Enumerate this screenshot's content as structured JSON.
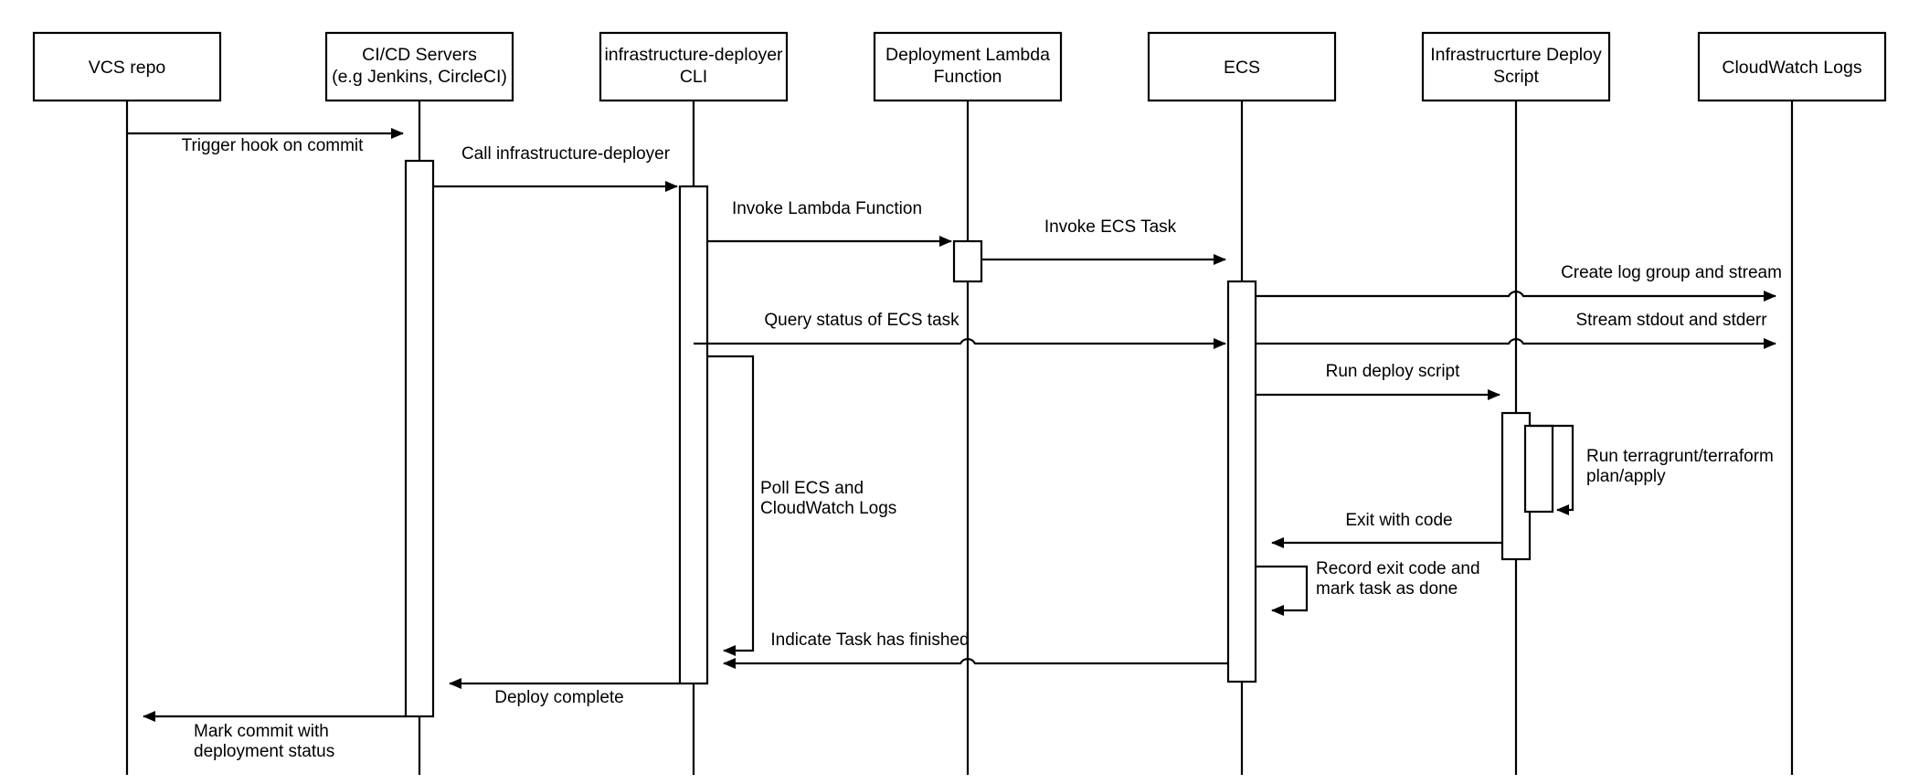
{
  "diagram": {
    "title": "Infrastructure deployment sequence diagram",
    "type": "sequence-diagram",
    "background_color": "#ffffff",
    "line_color": "#000000",
    "participants": [
      {
        "id": "vcs",
        "label_line1": "VCS repo",
        "label_line2": ""
      },
      {
        "id": "cicd",
        "label_line1": "CI/CD Servers",
        "label_line2": "(e.g Jenkins, CircleCI)"
      },
      {
        "id": "cli",
        "label_line1": "infrastructure-deployer",
        "label_line2": "CLI"
      },
      {
        "id": "lambda",
        "label_line1": "Deployment Lambda",
        "label_line2": "Function"
      },
      {
        "id": "ecs",
        "label_line1": "ECS",
        "label_line2": ""
      },
      {
        "id": "script",
        "label_line1": "Infrastrucrture Deploy",
        "label_line2": "Script"
      },
      {
        "id": "logs",
        "label_line1": "CloudWatch Logs",
        "label_line2": ""
      }
    ],
    "messages": [
      {
        "id": "m1",
        "label_line1": "Trigger hook on commit",
        "label_line2": "",
        "from": "vcs",
        "to": "cicd",
        "direction": "right"
      },
      {
        "id": "m2",
        "label_line1": "Call infrastructure-deployer",
        "label_line2": "",
        "from": "cicd",
        "to": "cli",
        "direction": "right"
      },
      {
        "id": "m3",
        "label_line1": "Invoke Lambda Function",
        "label_line2": "",
        "from": "cli",
        "to": "lambda",
        "direction": "right"
      },
      {
        "id": "m4",
        "label_line1": "Invoke ECS Task",
        "label_line2": "",
        "from": "lambda",
        "to": "ecs",
        "direction": "right"
      },
      {
        "id": "m5",
        "label_line1": "Create log group and stream",
        "label_line2": "",
        "from": "ecs",
        "to": "logs",
        "direction": "right"
      },
      {
        "id": "m6",
        "label_line1": "Query status of ECS task",
        "label_line2": "",
        "from": "cli",
        "to": "ecs",
        "direction": "right"
      },
      {
        "id": "m7",
        "label_line1": "Stream stdout and stderr",
        "label_line2": "",
        "from": "ecs",
        "to": "logs",
        "direction": "right"
      },
      {
        "id": "m8",
        "label_line1": "Run deploy script",
        "label_line2": "",
        "from": "ecs",
        "to": "script",
        "direction": "right"
      },
      {
        "id": "m9",
        "label_line1": "Run terragrunt/terraform",
        "label_line2": "plan/apply",
        "from": "script",
        "to": "script",
        "direction": "self"
      },
      {
        "id": "m10",
        "label_line1": "Poll ECS and",
        "label_line2": "CloudWatch Logs",
        "from": "cli",
        "to": "cli",
        "direction": "self"
      },
      {
        "id": "m11",
        "label_line1": "Exit with code",
        "label_line2": "",
        "from": "script",
        "to": "ecs",
        "direction": "left"
      },
      {
        "id": "m12",
        "label_line1": "Record exit code and",
        "label_line2": "mark task as done",
        "from": "ecs",
        "to": "ecs",
        "direction": "self"
      },
      {
        "id": "m13",
        "label_line1": "Indicate Task has finished",
        "label_line2": "",
        "from": "ecs",
        "to": "cli",
        "direction": "left"
      },
      {
        "id": "m14",
        "label_line1": "Deploy complete",
        "label_line2": "",
        "from": "cli",
        "to": "cicd",
        "direction": "left"
      },
      {
        "id": "m15",
        "label_line1": "Mark commit with",
        "label_line2": "deployment status",
        "from": "cicd",
        "to": "vcs",
        "direction": "left"
      }
    ]
  }
}
